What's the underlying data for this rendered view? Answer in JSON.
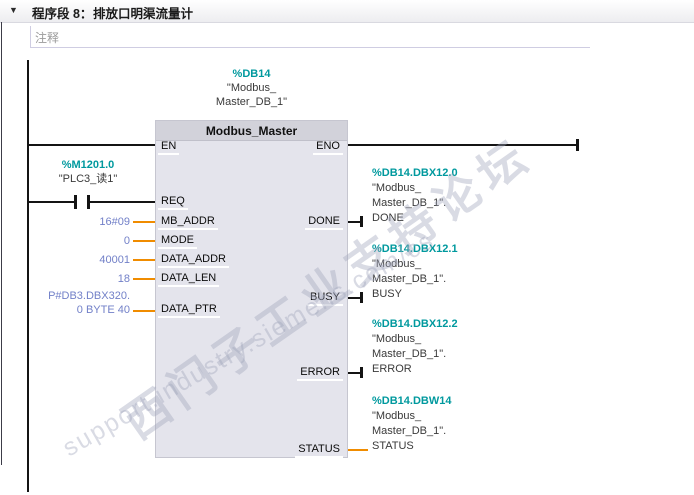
{
  "network": {
    "collapse_icon": "▼",
    "label": "程序段 8：",
    "title": "排放口明渠流量计",
    "comment_placeholder": "注释"
  },
  "call": {
    "db_address": "%DB14",
    "db_name_line1": "\"Modbus_",
    "db_name_line2": "Master_DB_1\"",
    "block_title": "Modbus_Master",
    "en": "EN",
    "eno": "ENO"
  },
  "contact": {
    "address": "%M1201.0",
    "name": "\"PLC3_读1\""
  },
  "inputs": {
    "req": {
      "param": "REQ"
    },
    "mb_addr": {
      "param": "MB_ADDR",
      "value": "16#09"
    },
    "mode": {
      "param": "MODE",
      "value": "0"
    },
    "data_addr": {
      "param": "DATA_ADDR",
      "value": "40001"
    },
    "data_len": {
      "param": "DATA_LEN",
      "value": "18"
    },
    "data_ptr": {
      "param": "DATA_PTR",
      "value_line1": "P#DB3.DBX320.",
      "value_line2": "0 BYTE 40"
    }
  },
  "outputs": {
    "done": {
      "param": "DONE",
      "address": "%DB14.DBX12.0",
      "name_line1": "\"Modbus_",
      "name_line2": "Master_DB_1\".",
      "member": "DONE"
    },
    "busy": {
      "param": "BUSY",
      "address": "%DB14.DBX12.1",
      "name_line1": "\"Modbus_",
      "name_line2": "Master_DB_1\".",
      "member": "BUSY"
    },
    "error": {
      "param": "ERROR",
      "address": "%DB14.DBX12.2",
      "name_line1": "\"Modbus_",
      "name_line2": "Master_DB_1\".",
      "member": "ERROR"
    },
    "status": {
      "param": "STATUS",
      "address": "%DB14.DBW14",
      "name_line1": "\"Modbus_",
      "name_line2": "Master_DB_1\".",
      "member": "STATUS"
    }
  },
  "watermark": {
    "cn": "西门子工业支持论坛",
    "url": "support.industry.siemens.com/cs"
  },
  "colors": {
    "operand_teal": "#00999e",
    "constant_blue": "#7280c8",
    "wire_orange": "#f08c00",
    "block_body": "#e4e4ec",
    "block_header": "#d2d2da"
  }
}
